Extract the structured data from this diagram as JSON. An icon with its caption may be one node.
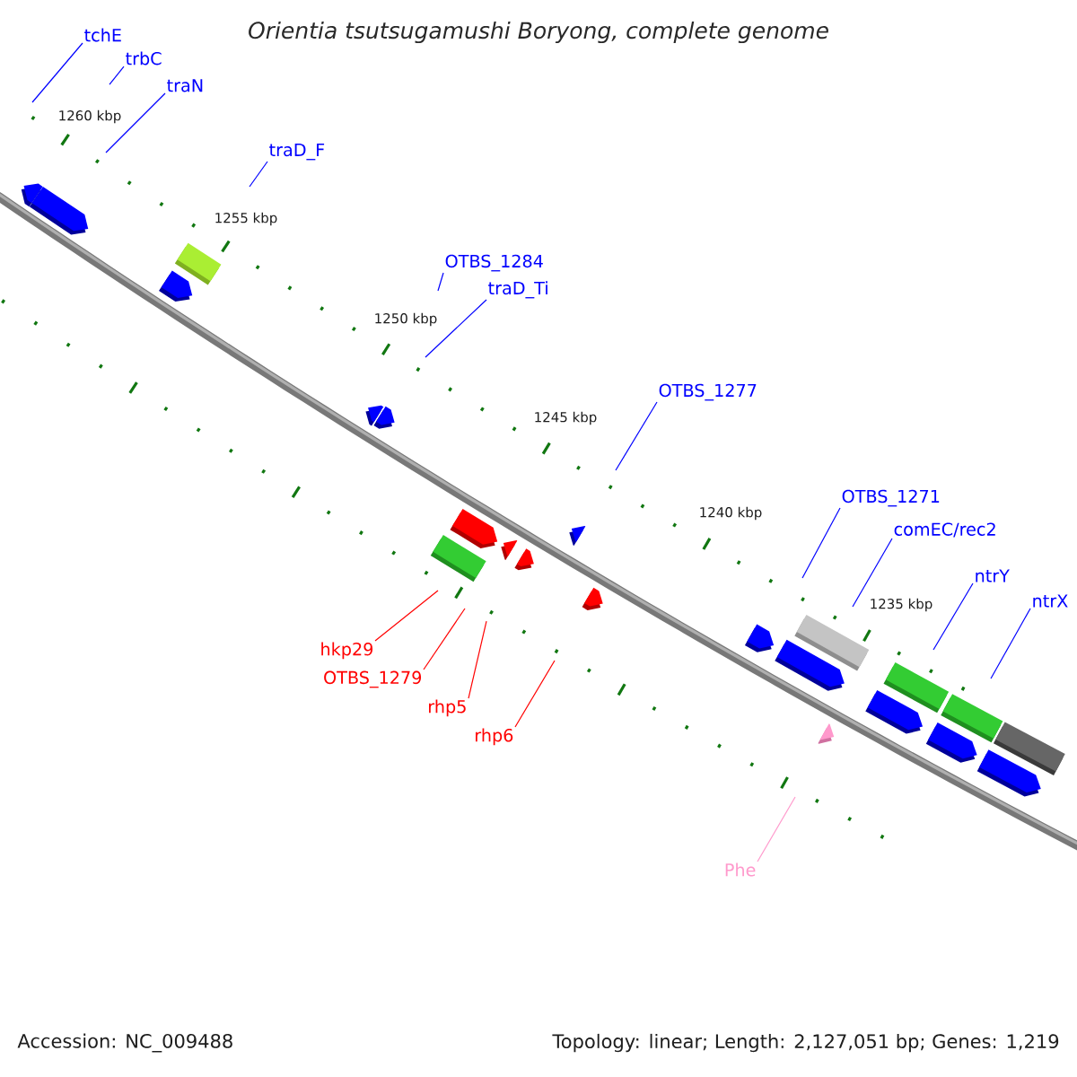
{
  "diagram": {
    "title": "Orientia tsutsugamushi Boryong, complete genome",
    "nodes": [
      {
        "text": [
          "tchE"
        ]
      },
      {
        "text": [
          "trbC"
        ]
      },
      {
        "text": [
          "traN"
        ]
      },
      {
        "text": [
          "traD_F"
        ]
      },
      {
        "text": [
          "OTBS_1284"
        ]
      },
      {
        "text": [
          "traD_Ti"
        ]
      },
      {
        "text": [
          "OTBS_1277"
        ]
      },
      {
        "text": [
          "OTBS_1271"
        ]
      },
      {
        "text": [
          "comEC/rec2"
        ]
      },
      {
        "text": [
          "ntrY"
        ]
      },
      {
        "text": [
          "ntrX"
        ]
      },
      {
        "text": [
          "hkp29"
        ]
      },
      {
        "text": [
          "OTBS_1279"
        ]
      },
      {
        "text": [
          "rhp5"
        ]
      },
      {
        "text": [
          "rhp6"
        ]
      },
      {
        "text": [
          "Phe"
        ]
      }
    ],
    "edges": [
      {
        "from": 0,
        "to": null,
        "arrow": "none"
      },
      {
        "from": 1,
        "to": null,
        "arrow": "none"
      },
      {
        "from": 2,
        "to": null,
        "arrow": "none"
      },
      {
        "from": 3,
        "to": null,
        "arrow": "none"
      },
      {
        "from": 4,
        "to": null,
        "arrow": "none"
      },
      {
        "from": 5,
        "to": null,
        "arrow": "none"
      },
      {
        "from": 6,
        "to": null,
        "arrow": "none"
      },
      {
        "from": 7,
        "to": null,
        "arrow": "none"
      },
      {
        "from": 8,
        "to": null,
        "arrow": "none"
      },
      {
        "from": 9,
        "to": null,
        "arrow": "none"
      },
      {
        "from": 10,
        "to": null,
        "arrow": "none"
      },
      {
        "from": 11,
        "to": null,
        "arrow": "none",
        "color": "#ff0000"
      },
      {
        "from": 12,
        "to": null,
        "arrow": "none",
        "color": "#ff0000"
      },
      {
        "from": 13,
        "to": null,
        "arrow": "none",
        "color": "#ff0000"
      },
      {
        "from": 14,
        "to": null,
        "arrow": "none",
        "color": "#ff0000"
      },
      {
        "from": 15,
        "to": null,
        "arrow": "none",
        "color": "#ff99cc"
      }
    ],
    "labels": [
      "1260 kbp",
      "1255 kbp",
      "1250 kbp",
      "1245 kbp",
      "1240 kbp",
      "1235 kbp",
      "Accession: NC_009488",
      "Topology: linear; Length: 2,127,051 bp; Genes: 1,219"
    ]
  }
}
